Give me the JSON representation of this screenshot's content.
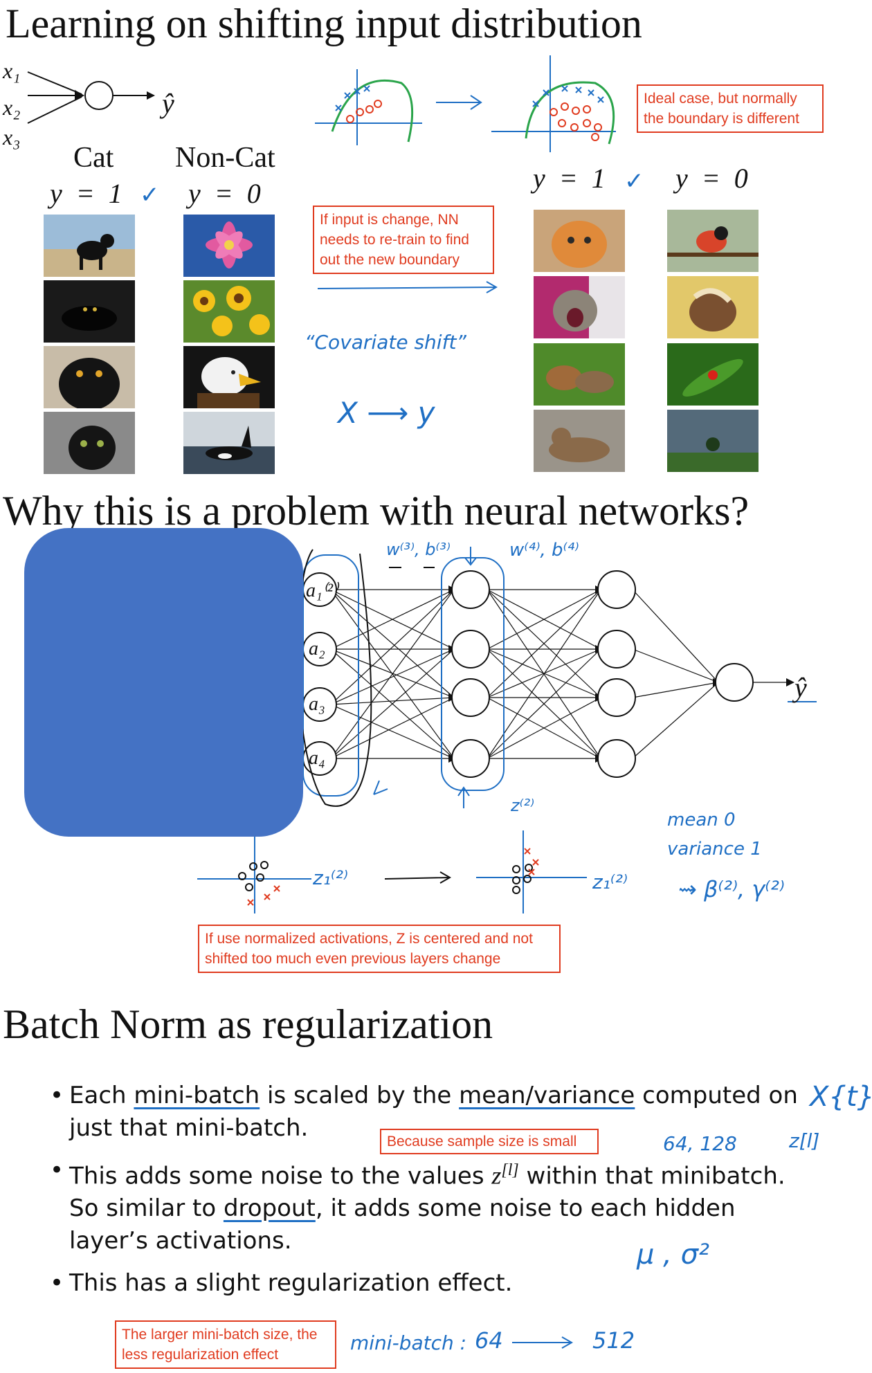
{
  "section1": {
    "title": "Learning on shifting input distribution",
    "inputs": [
      "x₁",
      "x₂",
      "x₃"
    ],
    "output": "ŷ",
    "cat_label": "Cat",
    "noncat_label": "Non-Cat",
    "y1": "y = 1",
    "y0": "y = 0",
    "note_ideal": "Ideal case, but normally the boundary is different",
    "note_retrain": "If input is change, NN needs to re-train to find out the new boundary",
    "hand_covariate": "“Covariate shift”",
    "hand_xy": "X ⟶ y",
    "left_images": [
      "black-cat-on-wall",
      "black-cat-lying",
      "fluffy-black-cat",
      "black-kitten"
    ],
    "mid_images": [
      "pink-flower",
      "sunflowers",
      "bald-eagle",
      "orca"
    ],
    "right_cat_images": [
      "orange-cat",
      "yawning-cat",
      "cats-on-grass",
      "tabby-cat"
    ],
    "right_noncat_images": [
      "bullfinch",
      "horse",
      "ladybug",
      "tree-field"
    ]
  },
  "section2": {
    "title": "Why this is a problem with neural networks?",
    "activations": [
      "a₁⁽²⁾",
      "a₂",
      "a₃",
      "a₄"
    ],
    "hand_w3": "w⁽³⁾, b⁽³⁾",
    "hand_w4": "w⁽⁴⁾, b⁽⁴⁾",
    "output": "ŷ",
    "hand_z2_left": "z₁⁽²⁾",
    "hand_z2_right": "z₁⁽²⁾",
    "hand_z2_top": "z⁽²⁾",
    "hand_mean": "mean   0",
    "hand_variance": "variance  1",
    "hand_beta": "⇝ β⁽²⁾, γ⁽²⁾",
    "note_normalized": "If use normalized activations, Z is centered and not shifted too much even previous layers change"
  },
  "section3": {
    "title": "Batch Norm as regularization",
    "b1_pre": "Each ",
    "b1_u1": "mini-batch",
    "b1_mid": " is scaled by the ",
    "b1_u2": "mean/variance",
    "b1_post": " computed on just that mini-batch.",
    "b2_pre": "This adds some noise to the values ",
    "b2_z": "z",
    "b2_sup": "[l]",
    "b2_mid": " within that minibatch. So similar to ",
    "b2_u": "dropout",
    "b2_post": ", it adds some noise to each hidden layer’s activations.",
    "b3": "This has a slight regularization effect.",
    "note_small": "Because sample size is small",
    "note_larger": "The larger mini-batch size, the less regularization effect",
    "hand_x": "X{t}",
    "hand_z": "z[l]",
    "hand_sizes": "64, 128",
    "hand_mu": "μ , σ²",
    "hand_minibatch": "mini-batch :",
    "hand_64": "64",
    "hand_512": "512"
  },
  "colors": {
    "annotation_red": "#e03b1f",
    "ink_blue": "#1f6fc4",
    "blob_blue": "#4472c4"
  }
}
